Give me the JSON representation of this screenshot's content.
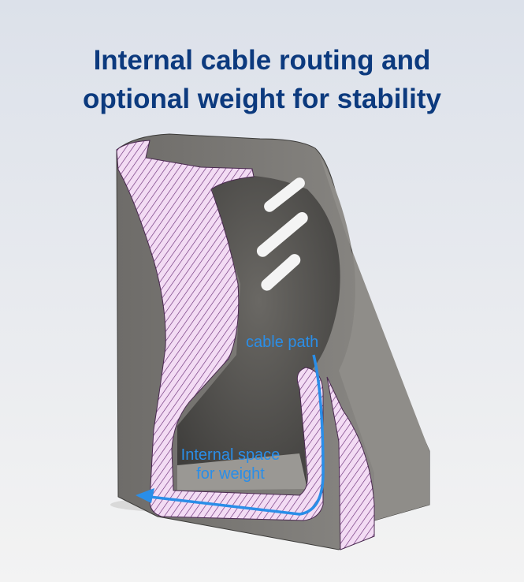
{
  "title": {
    "line1": "Internal cable routing and",
    "line2": "optional weight for stability"
  },
  "annotations": {
    "cable_path": "cable path",
    "internal_space_line1": "Internal space",
    "internal_space_line2": "for weight"
  },
  "colors": {
    "title": "#0c3a7e",
    "annotation": "#2a8ee8",
    "section_fill": "#f1d9f3",
    "hatch": "#6b2f78",
    "body": "#7c7a76"
  }
}
